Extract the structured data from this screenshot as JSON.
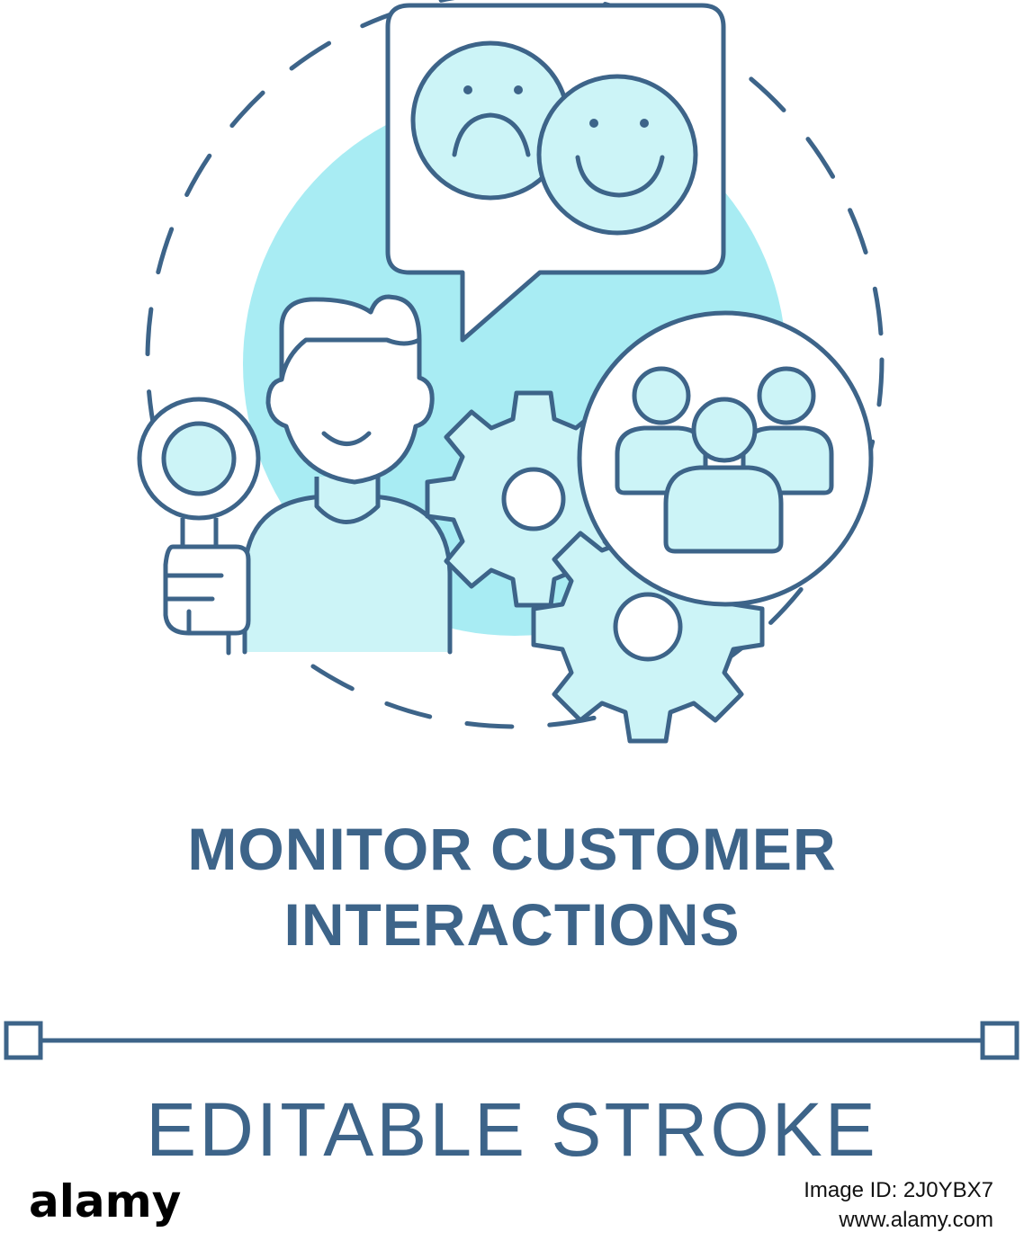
{
  "title": {
    "line1": "MONITOR CUSTOMER",
    "line2": "INTERACTIONS"
  },
  "editable_label": "EDITABLE STROKE",
  "footer": {
    "brand": "alamy",
    "image_id": "Image ID: 2J0YBX7",
    "url": "www.alamy.com"
  },
  "colors": {
    "stroke": "#3d6489",
    "fill_light": "#ccf4f7",
    "fill_accent": "#a8ecf3",
    "background": "#ffffff"
  },
  "icons": [
    "sad-face-icon",
    "happy-face-icon",
    "speech-bubble-icon",
    "person-icon",
    "magnifier-icon",
    "gear-icon",
    "user-group-icon"
  ]
}
